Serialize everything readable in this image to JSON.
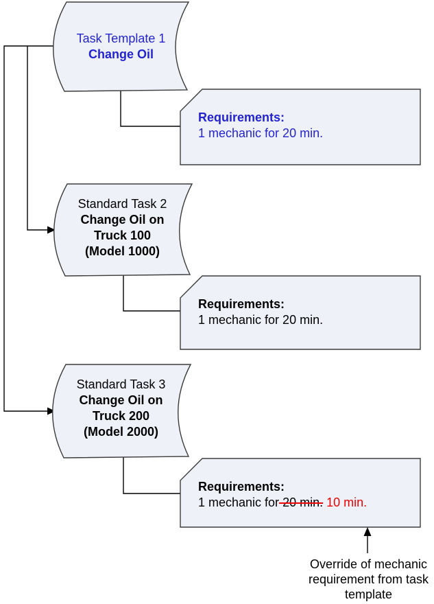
{
  "colors": {
    "canvas_bg": "#ffffff",
    "shape_fill": "#eef2f8",
    "shape_border": "#3c3c3c",
    "connector": "#000000",
    "template_blue": "#2323d1",
    "task_black": "#000000",
    "override_red": "#f20000"
  },
  "task_template_1": {
    "title": "Task Template 1",
    "name": "Change Oil"
  },
  "requirements_1": {
    "header": "Requirements:",
    "body": "1 mechanic for 20 min."
  },
  "standard_task_2": {
    "title": "Standard Task 2",
    "name_lines": [
      "Change Oil on",
      "Truck 100",
      "(Model 1000)"
    ]
  },
  "requirements_2": {
    "header": "Requirements:",
    "body": "1 mechanic for 20 min."
  },
  "standard_task_3": {
    "title": "Standard Task 3",
    "name_lines": [
      "Change Oil on",
      "Truck 200",
      "(Model 2000)"
    ]
  },
  "requirements_3": {
    "header": "Requirements:",
    "body_prefix": "1 mechanic for",
    "body_struck": " 20 min.",
    "body_override": " 10 min."
  },
  "annotation": {
    "line1": "Override of mechanic",
    "line2": "requirement from task",
    "line3": "template"
  }
}
